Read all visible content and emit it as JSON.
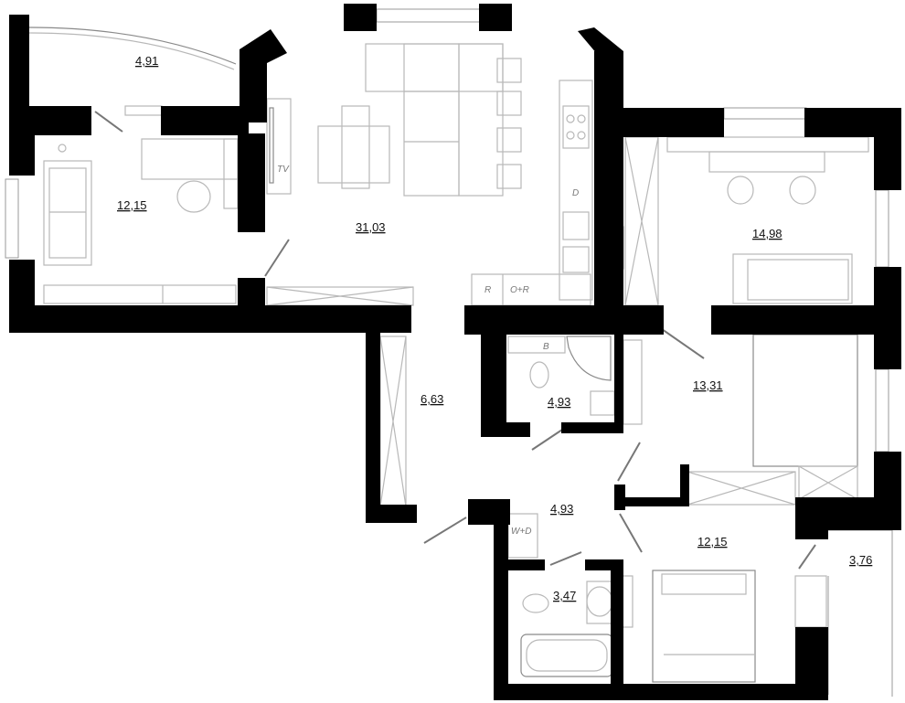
{
  "rooms": [
    {
      "id": "balcony-nw",
      "label": "4,91"
    },
    {
      "id": "office",
      "label": "12,15"
    },
    {
      "id": "living",
      "label": "31,03"
    },
    {
      "id": "bedroom-ne",
      "label": "14,98"
    },
    {
      "id": "hall-west",
      "label": "6,63"
    },
    {
      "id": "bathroom-1",
      "label": "4,93"
    },
    {
      "id": "hall-center",
      "label": "4,93"
    },
    {
      "id": "room-east",
      "label": "13,31"
    },
    {
      "id": "bedroom-se",
      "label": "12,15"
    },
    {
      "id": "balcony-se",
      "label": "3,76"
    },
    {
      "id": "bathroom-2",
      "label": "3,47"
    }
  ],
  "fixtures": {
    "tv": "TV",
    "dishwasher": "D",
    "fridge": "R",
    "oven": "O+R",
    "washer": "W+D",
    "boiler": "B"
  }
}
